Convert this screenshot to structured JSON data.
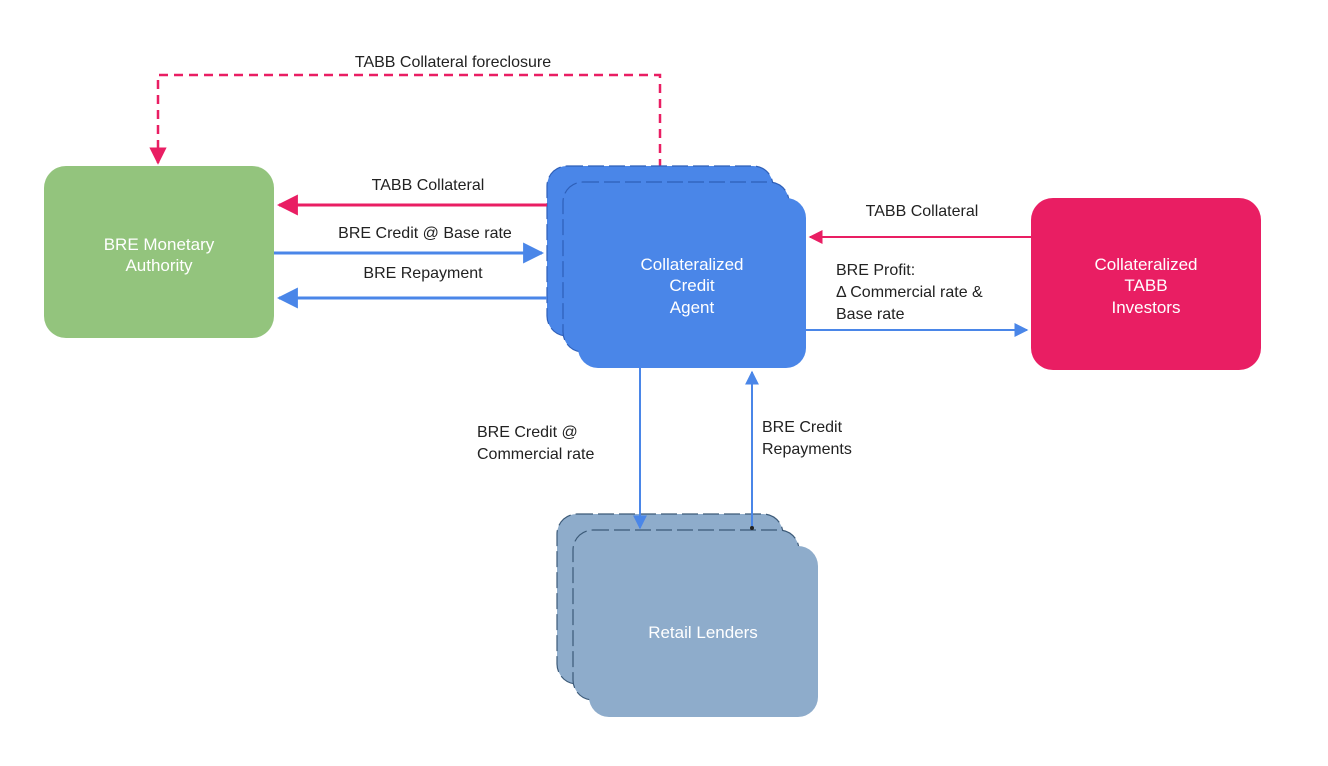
{
  "colors": {
    "monetary": "#93c47d",
    "agent": "#4a86e8",
    "investors": "#e91e63",
    "lenders": "#8eaccb",
    "blue_edge": "#4a86e8",
    "red_edge": "#e91e63",
    "text": "#222222"
  },
  "nodes": {
    "monetary_authority": {
      "line1": "BRE Monetary",
      "line2": "Authority"
    },
    "credit_agent": {
      "line1": "Collateralized",
      "line2": "Credit",
      "line3": "Agent"
    },
    "tabb_investors": {
      "line1": "Collateralized",
      "line2": "TABB",
      "line3": "Investors"
    },
    "retail_lenders": {
      "line1": "Retail Lenders"
    }
  },
  "edges": {
    "foreclosure": "TABB Collateral foreclosure",
    "collateral_to_authority": "TABB Collateral",
    "credit_base_rate": "BRE Credit @ Base rate",
    "repayment": "BRE Repayment",
    "collateral_from_investors": "TABB Collateral",
    "profit": {
      "line1": "BRE Profit:",
      "line2": "Δ Commercial rate &",
      "line3": "Base rate"
    },
    "credit_commercial": {
      "line1": "BRE Credit @",
      "line2": "Commercial rate"
    },
    "credit_repayments": {
      "line1": "BRE Credit",
      "line2": "Repayments"
    }
  }
}
